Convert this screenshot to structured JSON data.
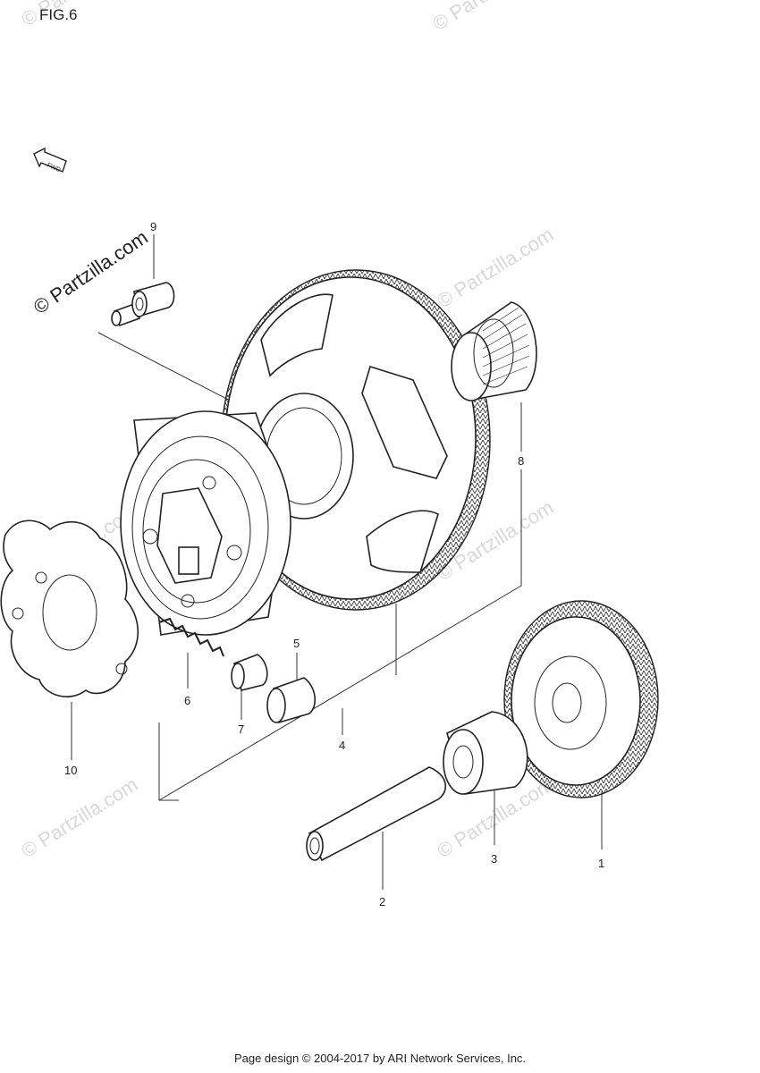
{
  "figure_label": "FIG.6",
  "fwd_label": "FWD",
  "watermark_primary": "© Partzilla.com",
  "watermark_repeat": "© Partzilla.com",
  "footer": "Page design © 2004-2017 by ARI Network Services, Inc.",
  "callouts": [
    "1",
    "2",
    "3",
    "4",
    "5",
    "6",
    "7",
    "8",
    "9",
    "10"
  ]
}
